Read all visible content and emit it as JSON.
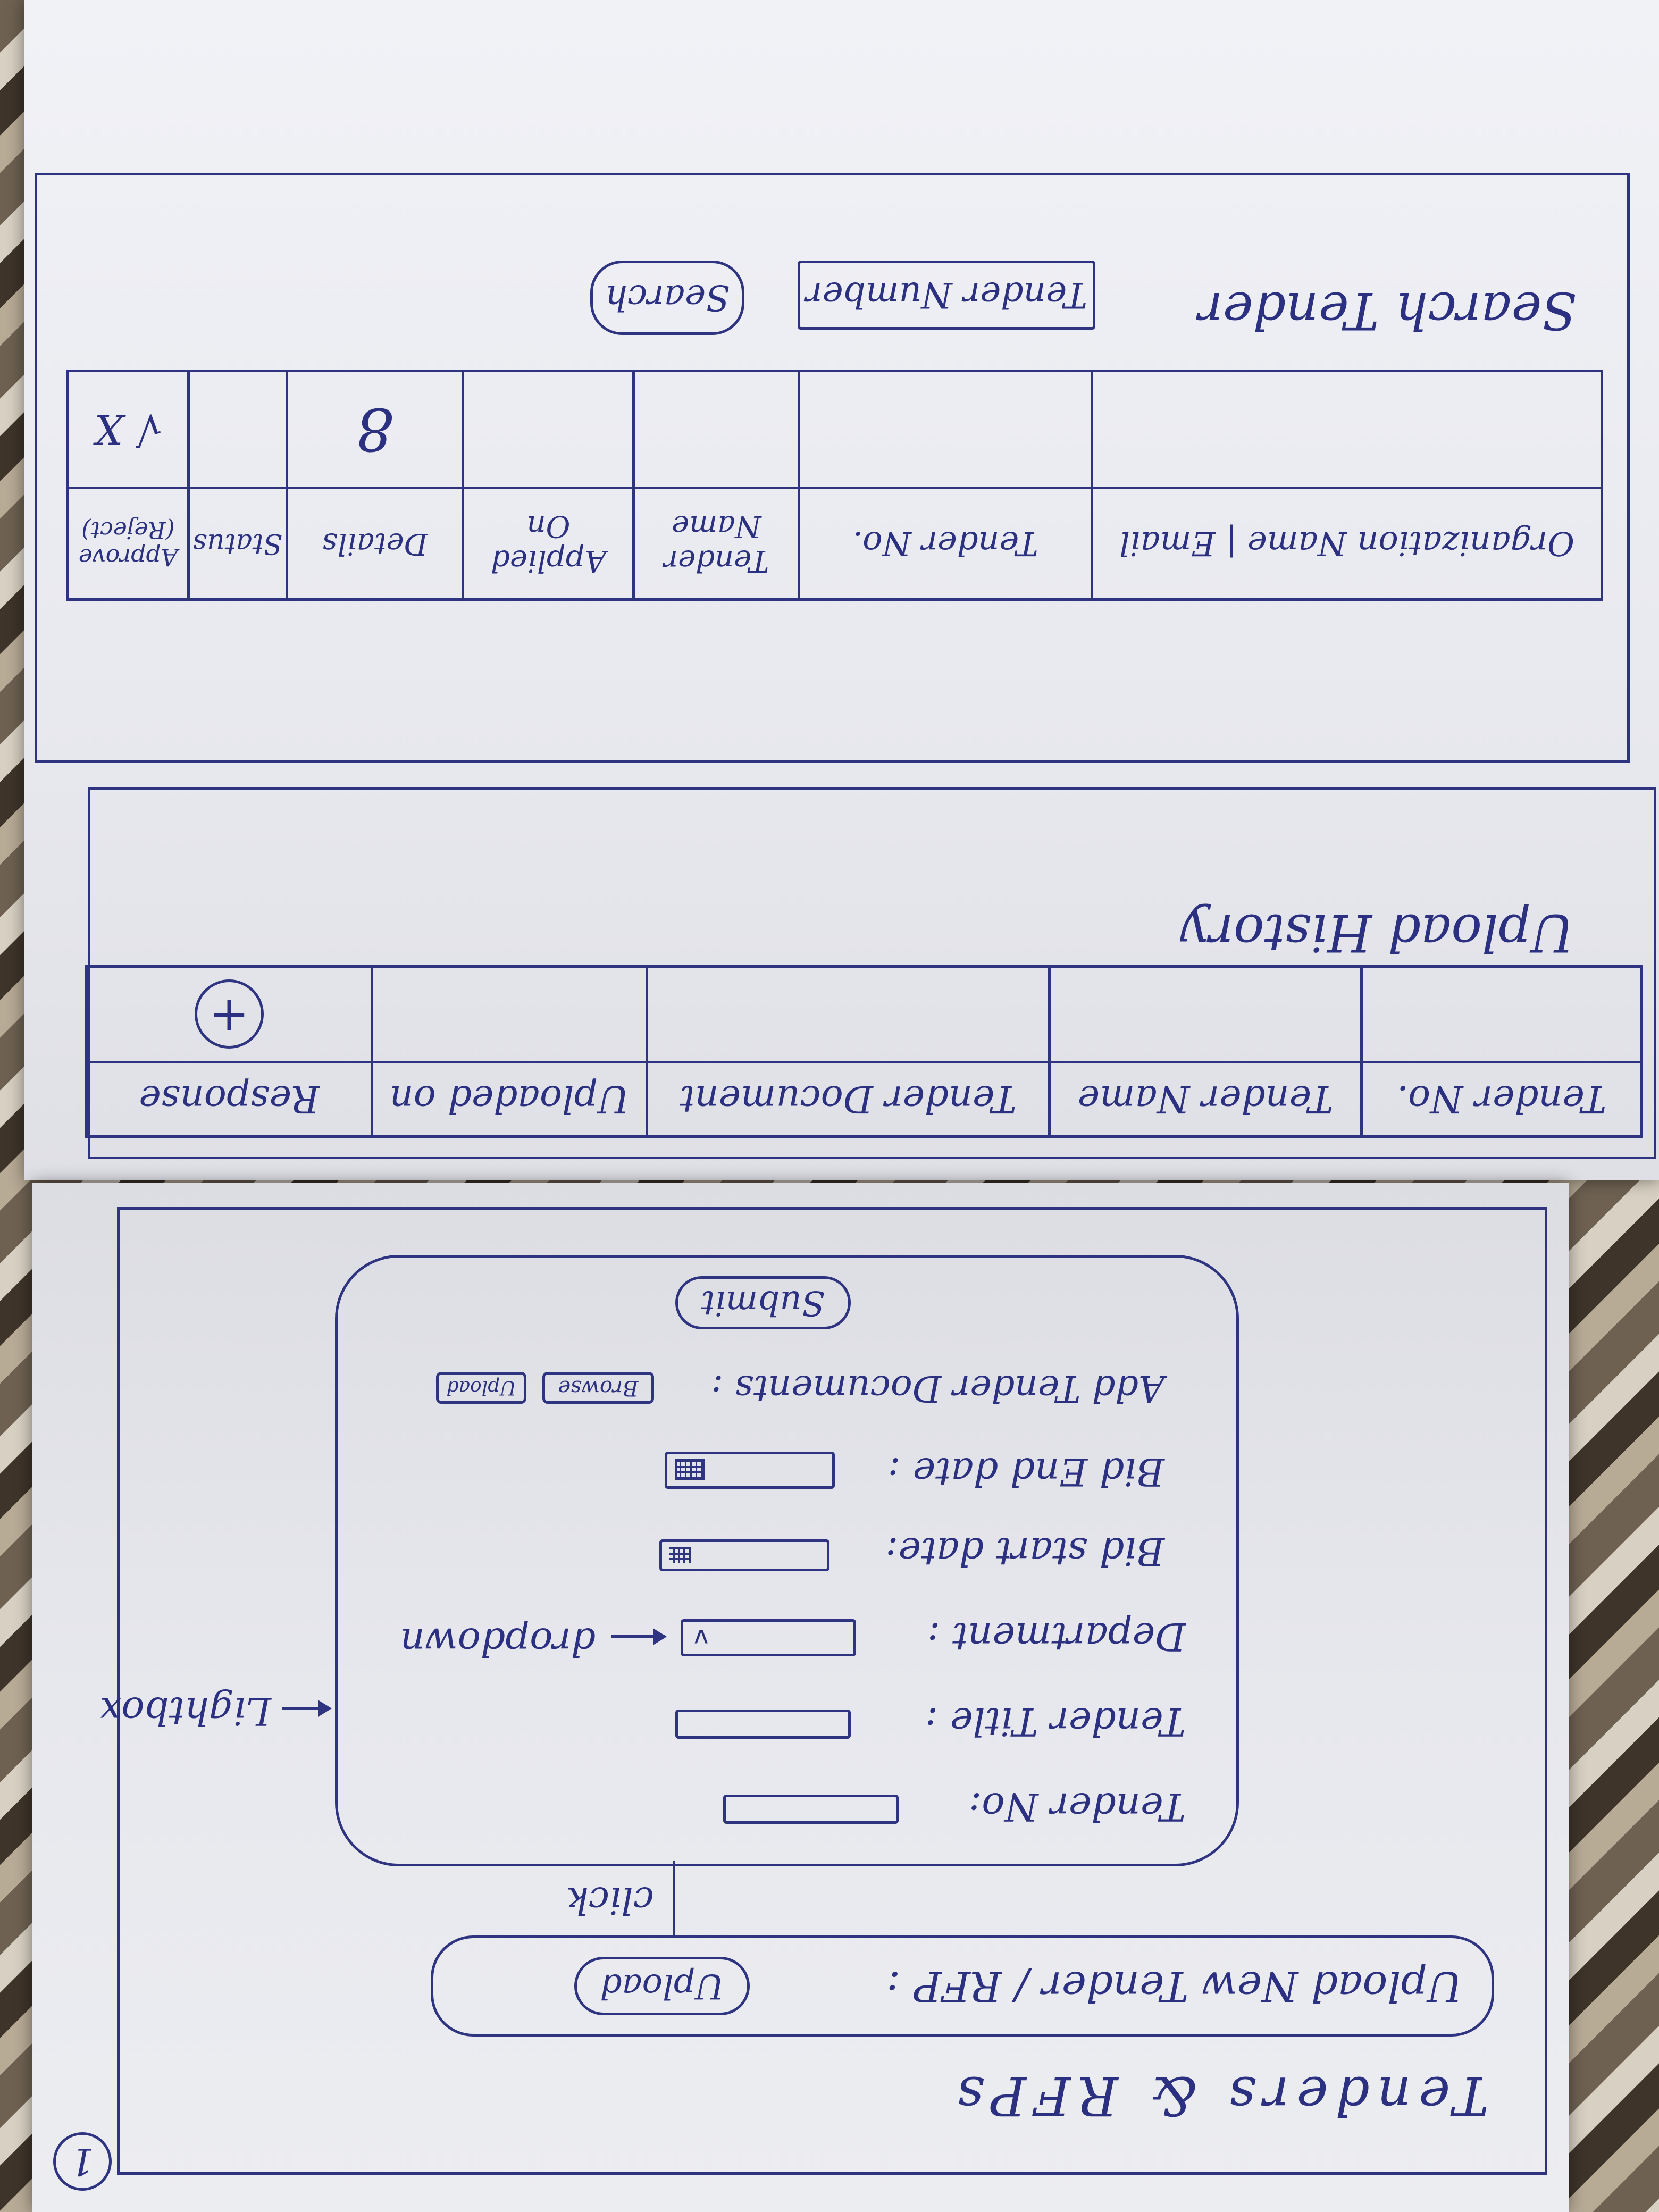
{
  "page_number": "1",
  "page_title": "Tenders & RFPs",
  "upload": {
    "label": "Upload New Tender / RFP :",
    "button": "Upload",
    "click_note": "click"
  },
  "form": {
    "tender_no_label": "Tender No:",
    "tender_title_label": "Tender Title :",
    "department_label": "Department :",
    "dropdown_caret": "v",
    "bid_start_label": "Bid start date:",
    "bid_end_label": "Bid End date :",
    "add_doc_label": "Add Tender Documents :",
    "browse_button": "Browse",
    "upload_button": "Upload",
    "submit_button": "Submit"
  },
  "notes": {
    "lightbox": "Lightbox",
    "dropdown": "dropdown"
  },
  "history": {
    "title": "Upload History",
    "headers": [
      "Tender No.",
      "Tender Name",
      "Tender Document",
      "Uploaded on",
      "Response"
    ],
    "add_icon": "+"
  },
  "search": {
    "title": "Search Tender",
    "input_placeholder": "Tender Number",
    "button": "Search",
    "headers": [
      "Organization Name | Email",
      "Tender No.",
      "Tender Name",
      "Applied On",
      "Details",
      "Status",
      "Approve (Reject)"
    ],
    "details_icon": "8",
    "status_icons": "√ X"
  }
}
